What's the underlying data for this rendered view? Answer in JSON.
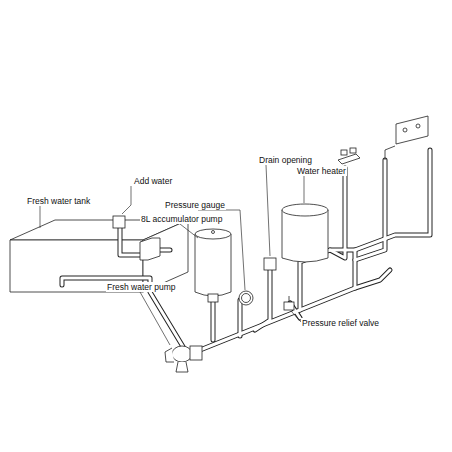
{
  "diagram": {
    "labels": [
      "Fresh water tank",
      "Add water",
      "8L accumulator pump",
      "Pressure gauge",
      "Drain opening",
      "Water heater",
      "Fresh water pump",
      "Pressure relief valve"
    ]
  }
}
